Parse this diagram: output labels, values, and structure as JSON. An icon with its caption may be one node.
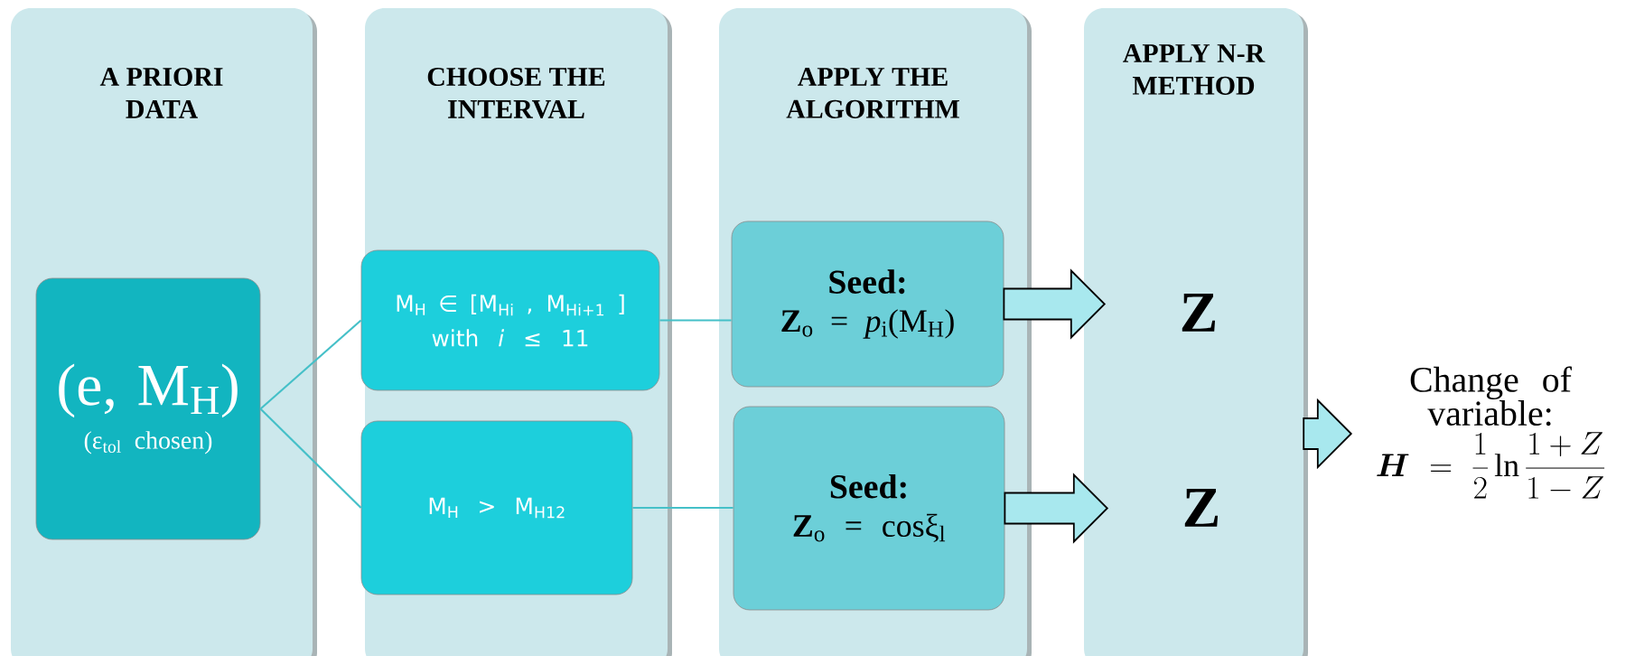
{
  "diagram": {
    "nodes": [
      {
        "text": [
          "A PRIORI DATA"
        ]
      },
      {
        "text": [
          "(e, M$_{H}$)",
          "(ε$_{tol}$ chosen)"
        ],
        "in": 0
      },
      {
        "text": [
          "CHOOSE THE INTERVAL"
        ]
      },
      {
        "text": [
          "M$_{H}$ ∈ [M$_{Hi}$ , M$_{Hi+1}$ ]",
          "with *i* ≤ 11"
        ],
        "in": 2
      },
      {
        "text": [
          "M$_{H}$ > M$_{H12}$"
        ],
        "in": 2
      },
      {
        "text": [
          "APPLY THE ALGORITHM"
        ]
      },
      {
        "text": [
          "Seed:",
          "**Z**$_{o}$ = *p*$_{i}$(M$_{H}$)"
        ],
        "in": 5
      },
      {
        "text": [
          "Seed:",
          "**Z**$_{o}$ = cosξ$_{l}$"
        ],
        "in": 5
      },
      {
        "text": [
          "APPLY N-R METHOD"
        ]
      },
      {
        "text": [
          "Z"
        ],
        "in": 8
      },
      {
        "text": [
          "Z"
        ],
        "in": 8
      },
      {
        "text": [
          "Change of variable:",
          "\\boldsymbol{H} = \\frac{1}{2}\\ln\\frac{1+Z}{1-Z}"
        ]
      }
    ],
    "edges": [
      {
        "from": 1,
        "to": 3,
        "arrow": "none"
      },
      {
        "from": 1,
        "to": 4,
        "arrow": "none"
      },
      {
        "from": 3,
        "to": 6,
        "arrow": "none"
      },
      {
        "from": 4,
        "to": 7,
        "arrow": "none"
      },
      {
        "from": 6,
        "to": 9,
        "arrow": "to"
      },
      {
        "from": 7,
        "to": 10,
        "arrow": "to"
      },
      {
        "from": 8,
        "to": 11,
        "arrow": "to"
      }
    ]
  }
}
